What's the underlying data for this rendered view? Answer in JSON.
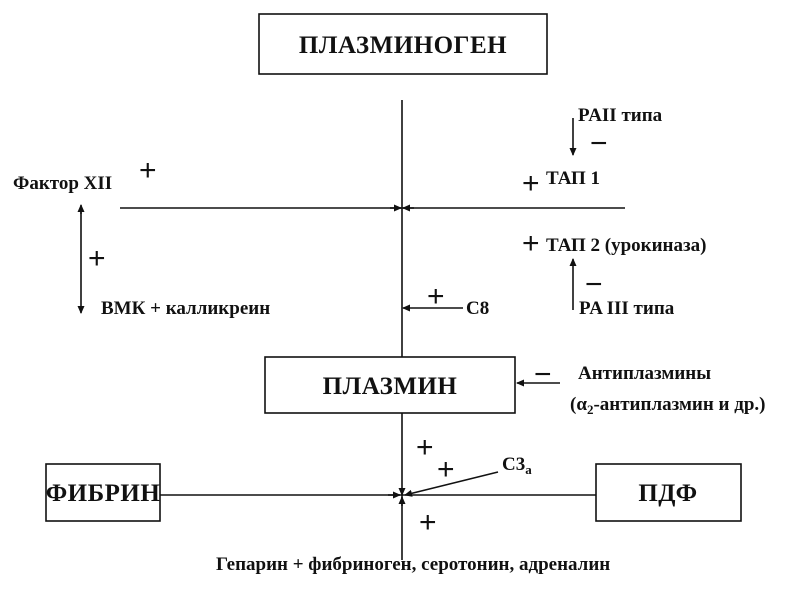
{
  "boxes": {
    "plasminogen": "ПЛАЗМИНОГЕН",
    "plasmin": "ПЛАЗМИН",
    "fibrin": "ФИБРИН",
    "pdf": "ПДФ"
  },
  "labels": {
    "pa_ii": "PAII типа",
    "factor_xii": "Фактор XII",
    "tap1": "ТАП 1",
    "tap2": "ТАП 2 (урокиназа)",
    "vmk": "ВМК + калликреин",
    "c8": "С8",
    "pa_iii": "PA III типа",
    "antiplasmins": "Антиплазмины",
    "antiplasmins_detail_alpha": "(α",
    "antiplasmins_detail_sub": "2",
    "antiplasmins_detail_rest": "-антиплазмин и др.)",
    "c3a_main": "С3",
    "c3a_sub": "a",
    "bottom_line": "Гепарин + фибриноген, серотонин, адреналин"
  },
  "signs": {
    "plus": "+",
    "minus": "−"
  }
}
